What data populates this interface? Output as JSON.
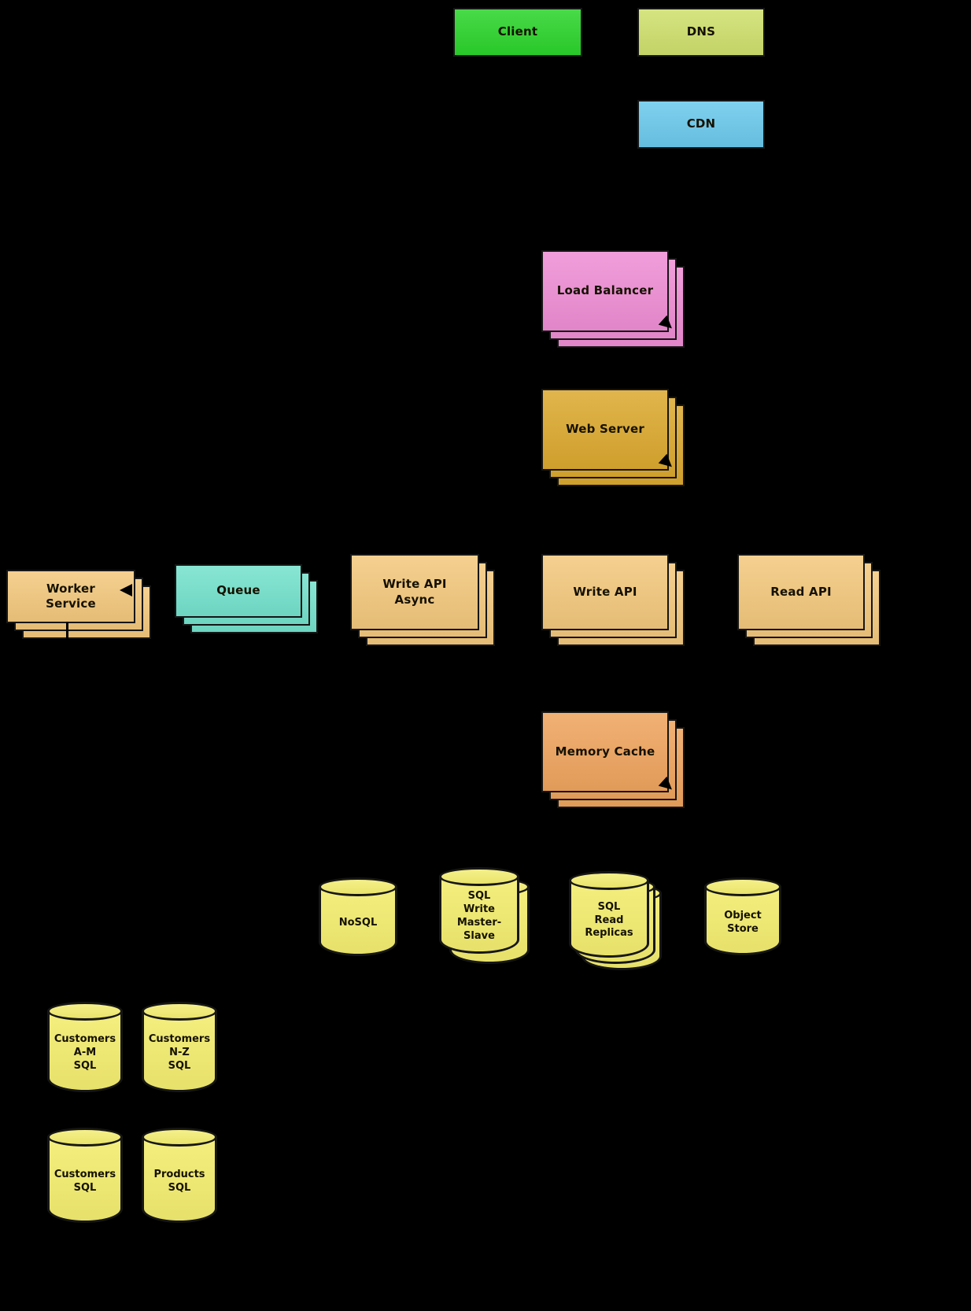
{
  "background_color": "#000000",
  "arrow_color": "#000000",
  "nodes": {
    "client": {
      "label": "Client",
      "color": "#2bd42b"
    },
    "dns": {
      "label": "DNS",
      "color": "#cfe06c"
    },
    "cdn": {
      "label": "CDN",
      "color": "#6bc9ec"
    },
    "load_balancer": {
      "label": "Load Balancer",
      "color": "#ef8ed5"
    },
    "web_server": {
      "label": "Web Server",
      "color": "#dca92f"
    },
    "worker_service": {
      "label": "Worker\nService",
      "color": "#f3c87d"
    },
    "queue": {
      "label": "Queue",
      "color": "#74e2cd"
    },
    "write_api_async": {
      "label": "Write API\nAsync",
      "color": "#f3c87d"
    },
    "write_api": {
      "label": "Write API",
      "color": "#f3c87d"
    },
    "read_api": {
      "label": "Read API",
      "color": "#f3c87d"
    },
    "memory_cache": {
      "label": "Memory Cache",
      "color": "#efa45e"
    },
    "nosql": {
      "label": "NoSQL",
      "color": "#f3ed70"
    },
    "sql_write": {
      "label": "SQL\nWrite\nMaster-\nSlave",
      "color": "#f3ed70"
    },
    "sql_read": {
      "label": "SQL\nRead\nReplicas",
      "color": "#f3ed70"
    },
    "object_store": {
      "label": "Object\nStore",
      "color": "#f3ed70"
    },
    "customers_am": {
      "label": "Customers\nA-M\nSQL",
      "color": "#f3ed70"
    },
    "customers_nz": {
      "label": "Customers\nN-Z\nSQL",
      "color": "#f3ed70"
    },
    "customers_sql": {
      "label": "Customers\nSQL",
      "color": "#f3ed70"
    },
    "products_sql": {
      "label": "Products\nSQL",
      "color": "#f3ed70"
    }
  }
}
